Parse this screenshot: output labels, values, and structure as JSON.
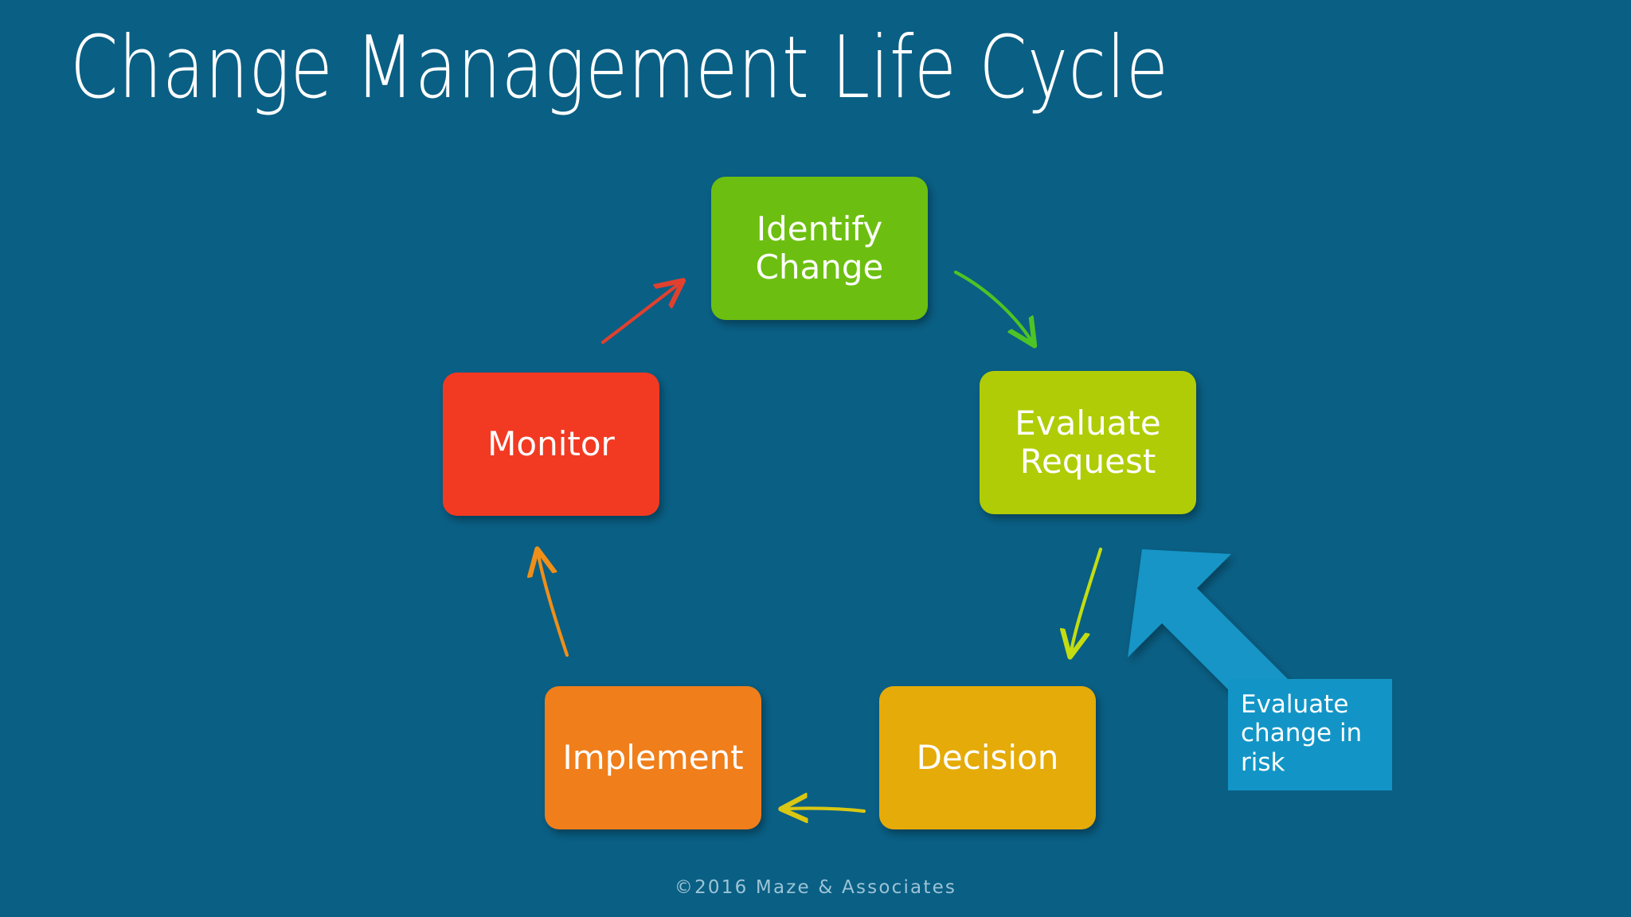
{
  "slide": {
    "title": "Change Management Life Cycle",
    "background_color": "#0a5f84",
    "footer": "©2016 Maze & Associates"
  },
  "diagram_data": {
    "type": "cycle-diagram",
    "title": "Change Management Life Cycle",
    "nodes": [
      {
        "id": "identify",
        "label": "Identify\nChange",
        "label_line1": "Identify",
        "label_line2": "Change",
        "color": "#6cbf10",
        "position": "top"
      },
      {
        "id": "evaluate",
        "label": "Evaluate\nRequest",
        "label_line1": "Evaluate",
        "label_line2": "Request",
        "color": "#b0cc06",
        "position": "right-upper"
      },
      {
        "id": "decision",
        "label": "Decision",
        "label_line1": "Decision",
        "label_line2": "",
        "color": "#e5ab09",
        "position": "right-lower"
      },
      {
        "id": "implement",
        "label": "Implement",
        "label_line1": "Implement",
        "label_line2": "",
        "color": "#ef7e1b",
        "position": "left-lower"
      },
      {
        "id": "monitor",
        "label": "Monitor",
        "label_line1": "Monitor",
        "label_line2": "",
        "color": "#f23a22",
        "position": "left-upper"
      }
    ],
    "edges": [
      {
        "from": "monitor",
        "to": "identify",
        "color": "#e1402f",
        "style": "curved-thin-arrow"
      },
      {
        "from": "identify",
        "to": "evaluate",
        "color": "#4cc425",
        "style": "curved-thin-arrow"
      },
      {
        "from": "evaluate",
        "to": "decision",
        "color": "#c3dd11",
        "style": "curved-thin-arrow"
      },
      {
        "from": "decision",
        "to": "implement",
        "color": "#d9c713",
        "style": "straight-thin-arrow"
      },
      {
        "from": "implement",
        "to": "monitor",
        "color": "#ef8f18",
        "style": "curved-thin-arrow"
      }
    ],
    "callout": {
      "text": "Evaluate change in risk",
      "line1": "Evaluate",
      "line2": "change in",
      "line3": "risk",
      "background_color": "#1295c6",
      "points_to": "evaluate",
      "arrow_color": "#1295c6",
      "arrow_style": "block-arrow-diagonal"
    }
  }
}
